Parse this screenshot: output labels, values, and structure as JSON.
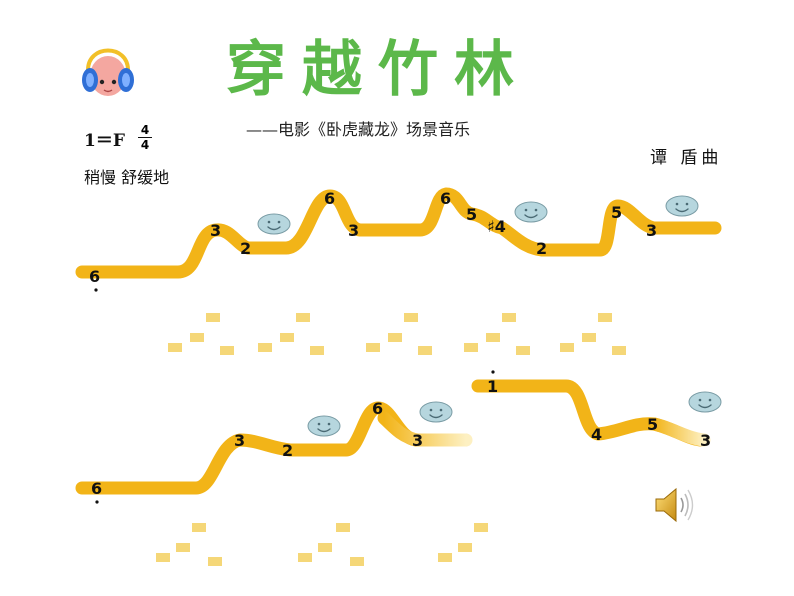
{
  "title": "穿越竹林",
  "subtitle": "——电影《卧虎藏龙》场景音乐",
  "composer": "谭   盾曲",
  "key": "1＝F",
  "time_signature": {
    "top": "4",
    "bottom": "4"
  },
  "tempo": "稍慢   舒缓地",
  "colors": {
    "title": "#5cb84a",
    "track": "#f2b418",
    "track_light": "#fbe7a6",
    "face": "#b6d6de"
  },
  "icons": {
    "mascot": "headphones-mascot-icon",
    "sound": "speaker-icon",
    "faces": "smiley-face-icon"
  },
  "row1_notes": [
    "6",
    "3",
    "2",
    "6",
    "3",
    "6",
    "5",
    "♯4",
    "2",
    "5",
    "3"
  ],
  "row2_notes": [
    "6",
    "3",
    "2",
    "6",
    "3"
  ],
  "row3_notes": [
    "1",
    "4",
    "5",
    "3"
  ]
}
